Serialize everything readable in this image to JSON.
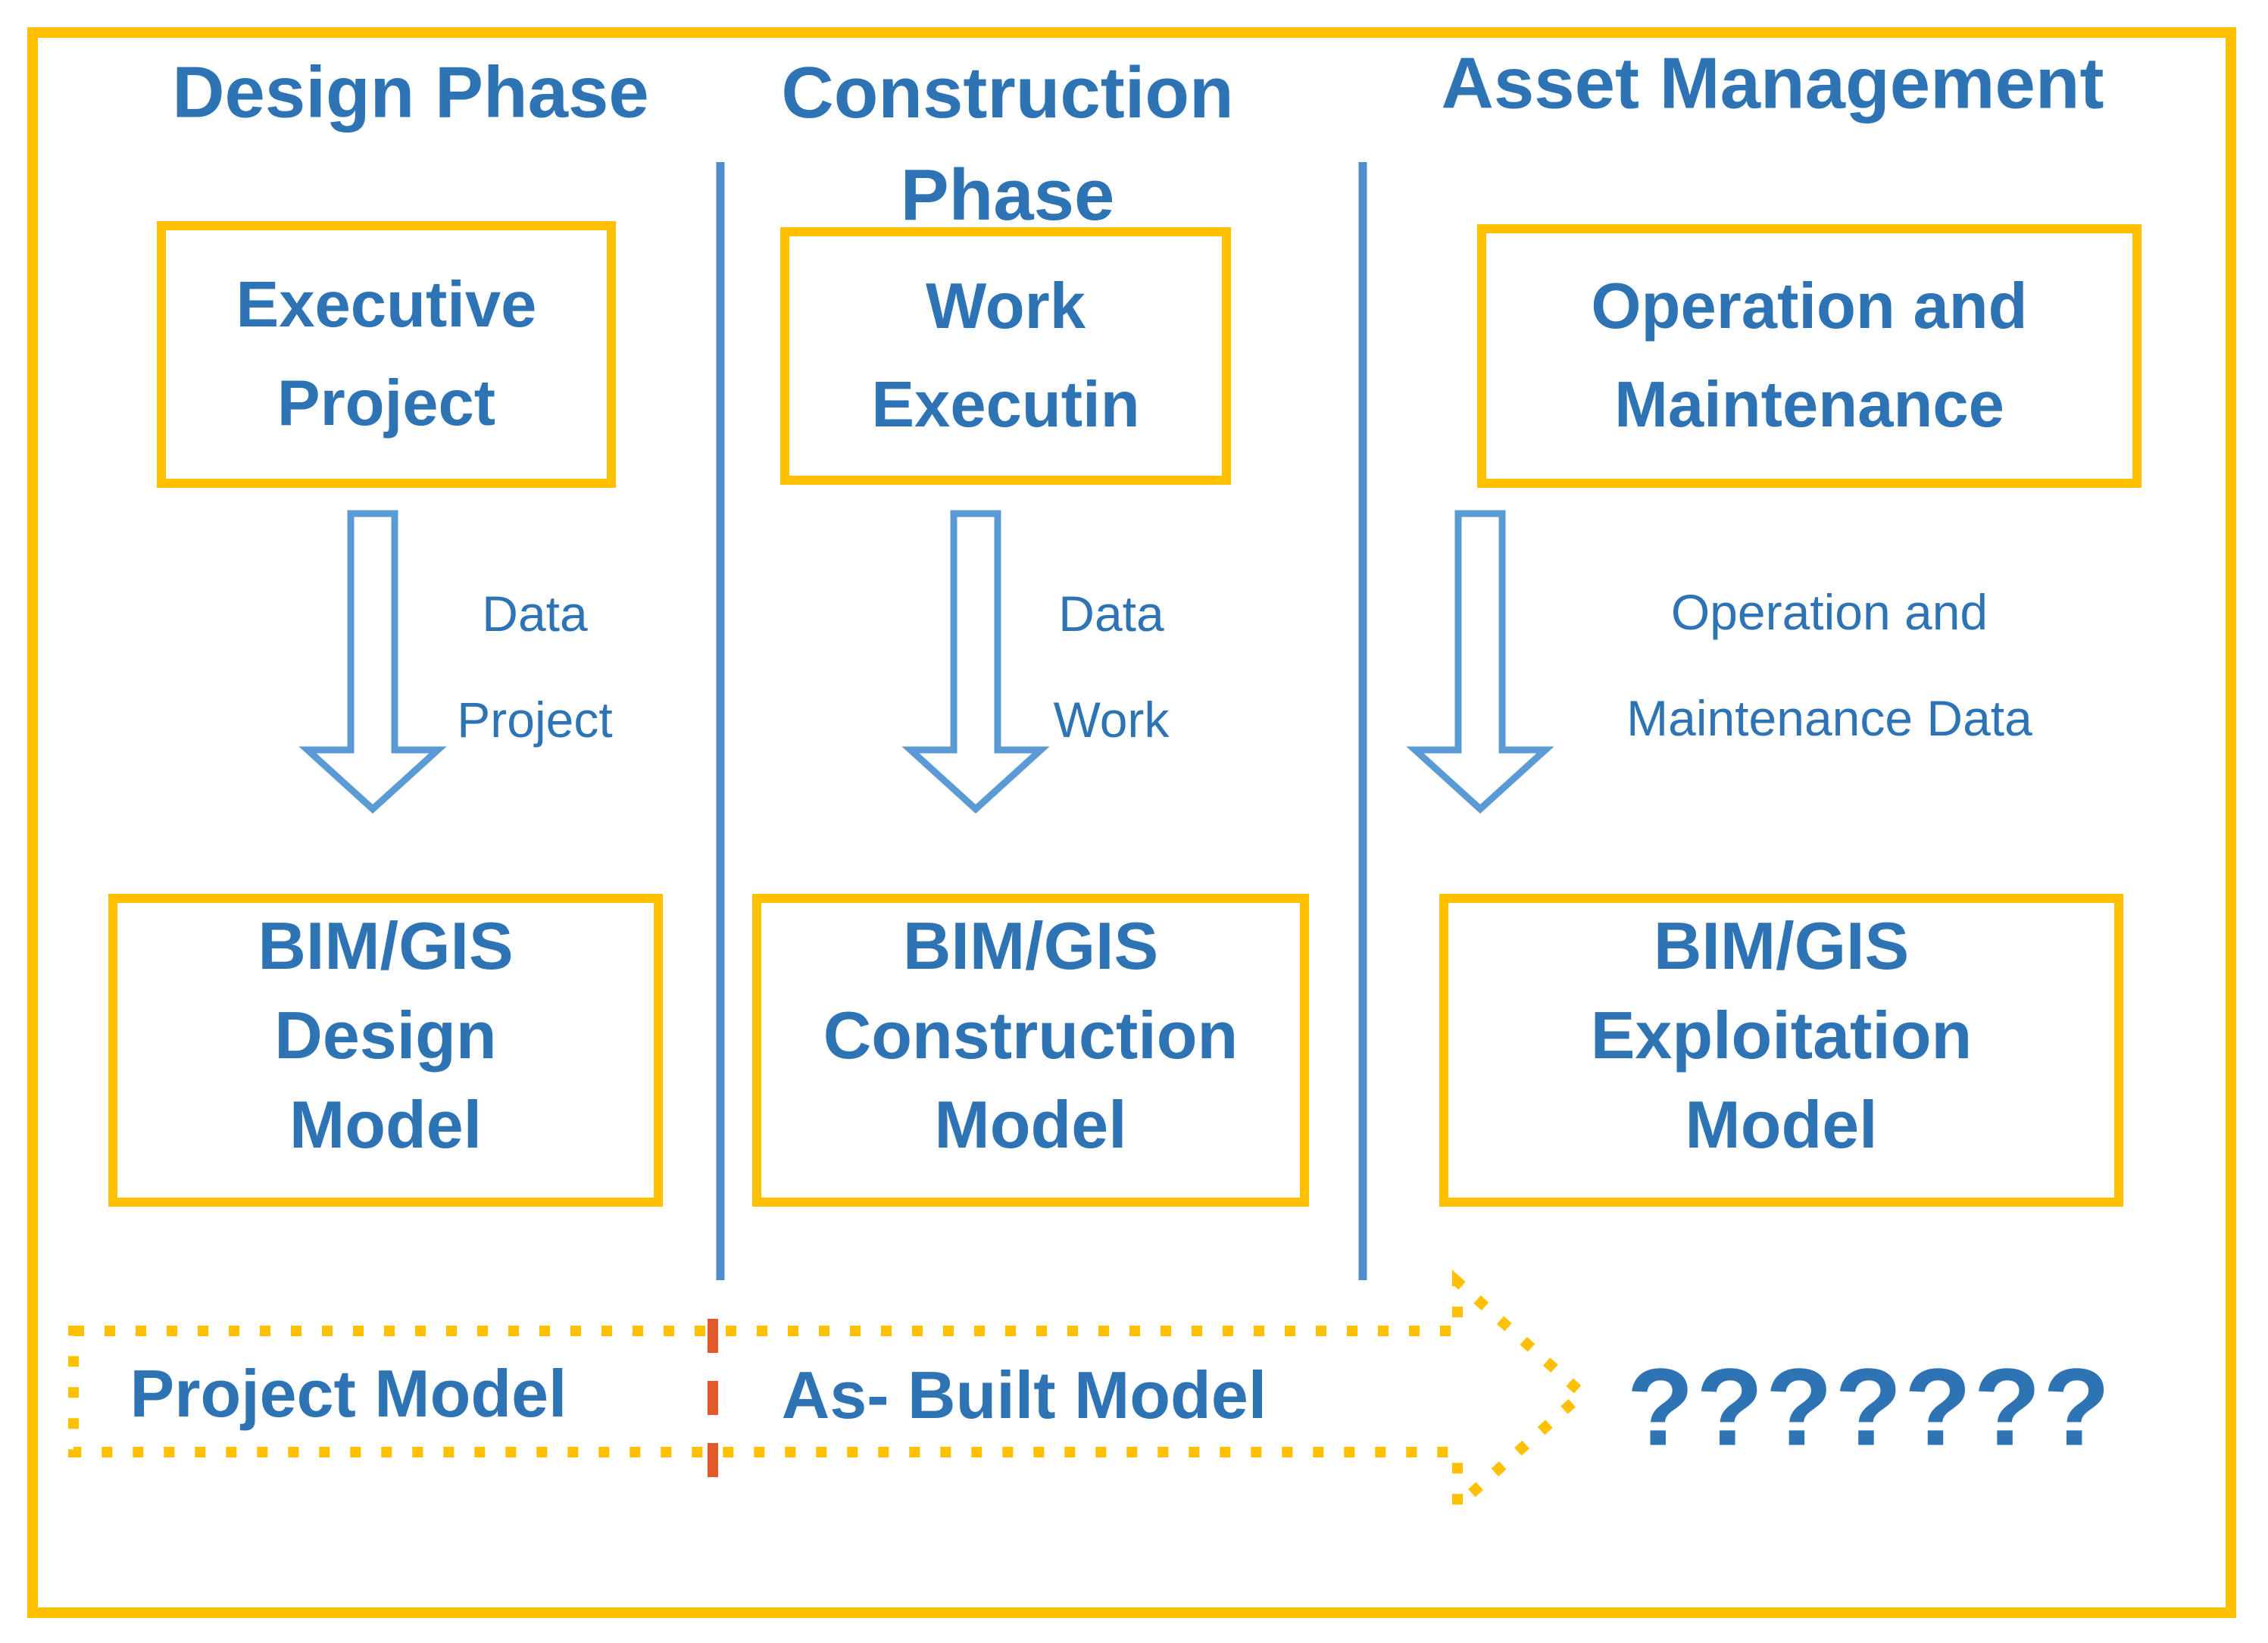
{
  "palette": {
    "accent_yellow": "#FFC000",
    "text_blue": "#2E74B5",
    "arrow_blue": "#5B9BD5",
    "divider_blue": "#4E8DC9",
    "dashed_red": "#E2592C",
    "background": "#FFFFFF"
  },
  "columns": [
    {
      "title_lines": [
        "Design Phase"
      ],
      "top_box_lines": [
        "Executive",
        "Project"
      ],
      "arrow_label_lines": [
        "Data",
        "Project"
      ],
      "bottom_box_lines": [
        "BIM/GIS",
        "Design",
        "Model"
      ]
    },
    {
      "title_lines": [
        "Construction",
        "Phase"
      ],
      "top_box_lines": [
        "Work",
        "Executin"
      ],
      "arrow_label_lines": [
        "Data",
        "Work"
      ],
      "bottom_box_lines": [
        "BIM/GIS",
        "Construction",
        "Model"
      ]
    },
    {
      "title_lines": [
        "Asset Management"
      ],
      "top_box_lines": [
        "Operation and",
        "Maintenance"
      ],
      "arrow_label_lines": [
        "Operation and",
        "Maintenance Data"
      ],
      "bottom_box_lines": [
        "BIM/GIS",
        "Exploitation",
        "Model"
      ]
    }
  ],
  "footer": {
    "project_model": "Project Model",
    "as_built_model": "As- Built Model",
    "unknown_model": "???????"
  }
}
